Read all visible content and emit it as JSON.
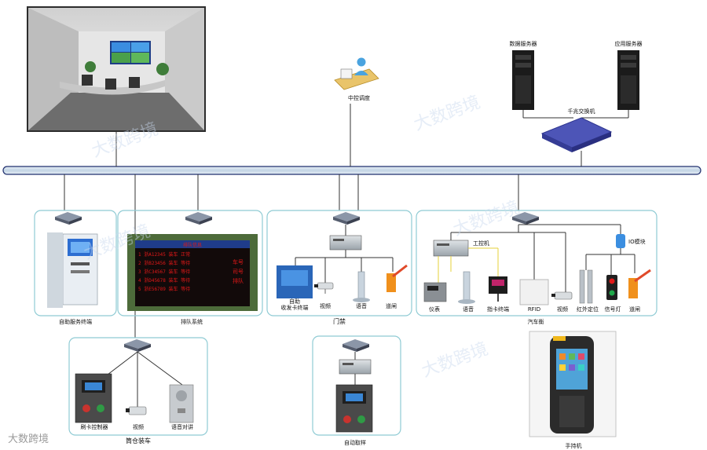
{
  "top": {
    "central_control_label": "中控调度",
    "data_server_label": "数据服务器",
    "app_server_label": "应用服务器",
    "switch_label": "千兆交换机"
  },
  "groups": {
    "self_service": {
      "title": "自助服务终端"
    },
    "queue": {
      "title": "排队系统"
    },
    "gate": {
      "title": "门禁",
      "items": [
        "自助\n收发卡终端",
        "视频",
        "语音",
        "道闸"
      ]
    },
    "truck_scale": {
      "title": "汽车衡",
      "ipc_label": "工控机",
      "io_label": "IO模块",
      "items": [
        "仪表",
        "语音",
        "指卡终端",
        "RFID",
        "视频",
        "红外定位",
        "信号灯",
        "道闸"
      ]
    },
    "silo": {
      "title": "筒仓装车",
      "items": [
        "刷卡控制器",
        "视频",
        "语音对讲"
      ]
    },
    "sampling": {
      "title": "自动取样"
    },
    "handheld": {
      "title": "手持机"
    }
  },
  "watermark": "大数跨境",
  "led_board": {
    "header": "排队信息",
    "rows": [
      "1 浙A12345 装车 正常",
      "2 浙B23456 装车 等待",
      "3 浙C34567 装车 等待",
      "4 浙D45678 装车 等待",
      "5 浙E56789 装车 等待"
    ],
    "side": [
      "车号",
      "司号",
      "排队"
    ]
  },
  "colors": {
    "bus": "#cfe0ee",
    "group_border": "#8fcbd4",
    "switch_blue": "#4d55b7",
    "led_red": "#e01818"
  }
}
